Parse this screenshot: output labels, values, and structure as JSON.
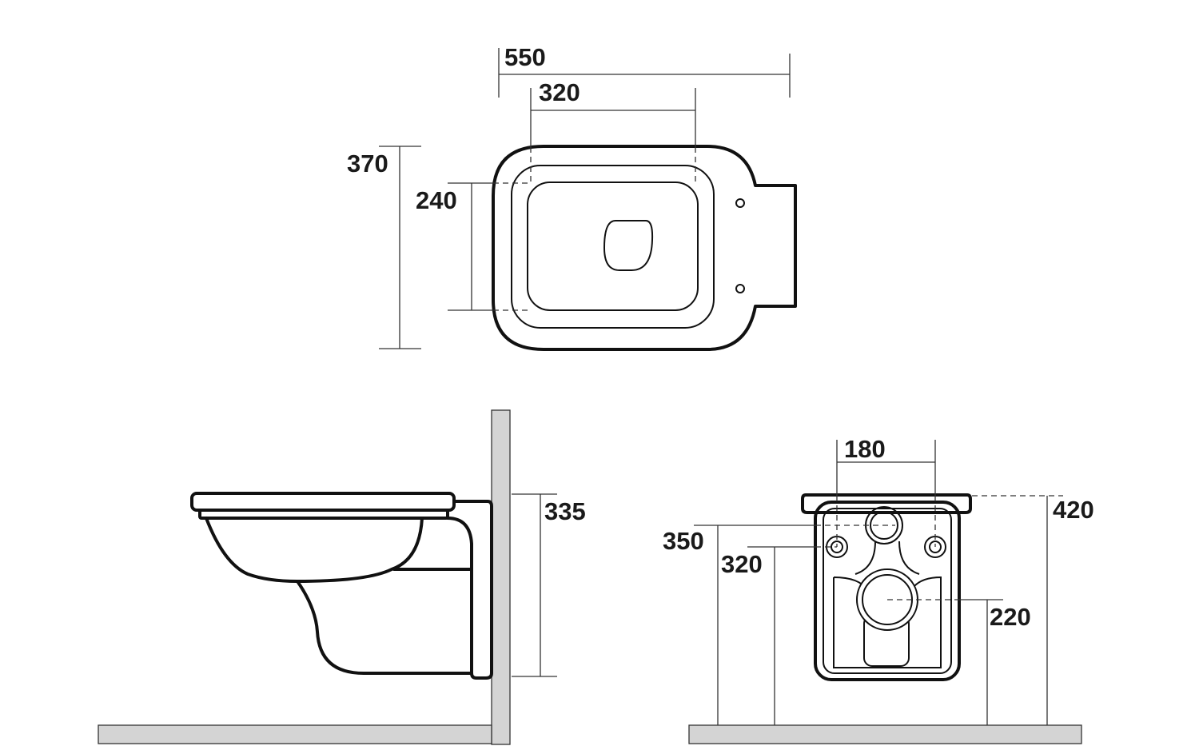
{
  "top_view": {
    "width_overall": "550",
    "fixing_spacing": "320",
    "depth_overall": "370",
    "inner_depth": "240"
  },
  "side_view": {
    "height_rim_to_base": "335"
  },
  "front_view": {
    "fixing_spacing": "180",
    "rim_height": "420",
    "water_inlet_height": "350",
    "fixing_height": "320",
    "waste_outlet_height": "220"
  },
  "colors": {
    "line": "#111111",
    "wall_floor": "#d4d4d4"
  }
}
